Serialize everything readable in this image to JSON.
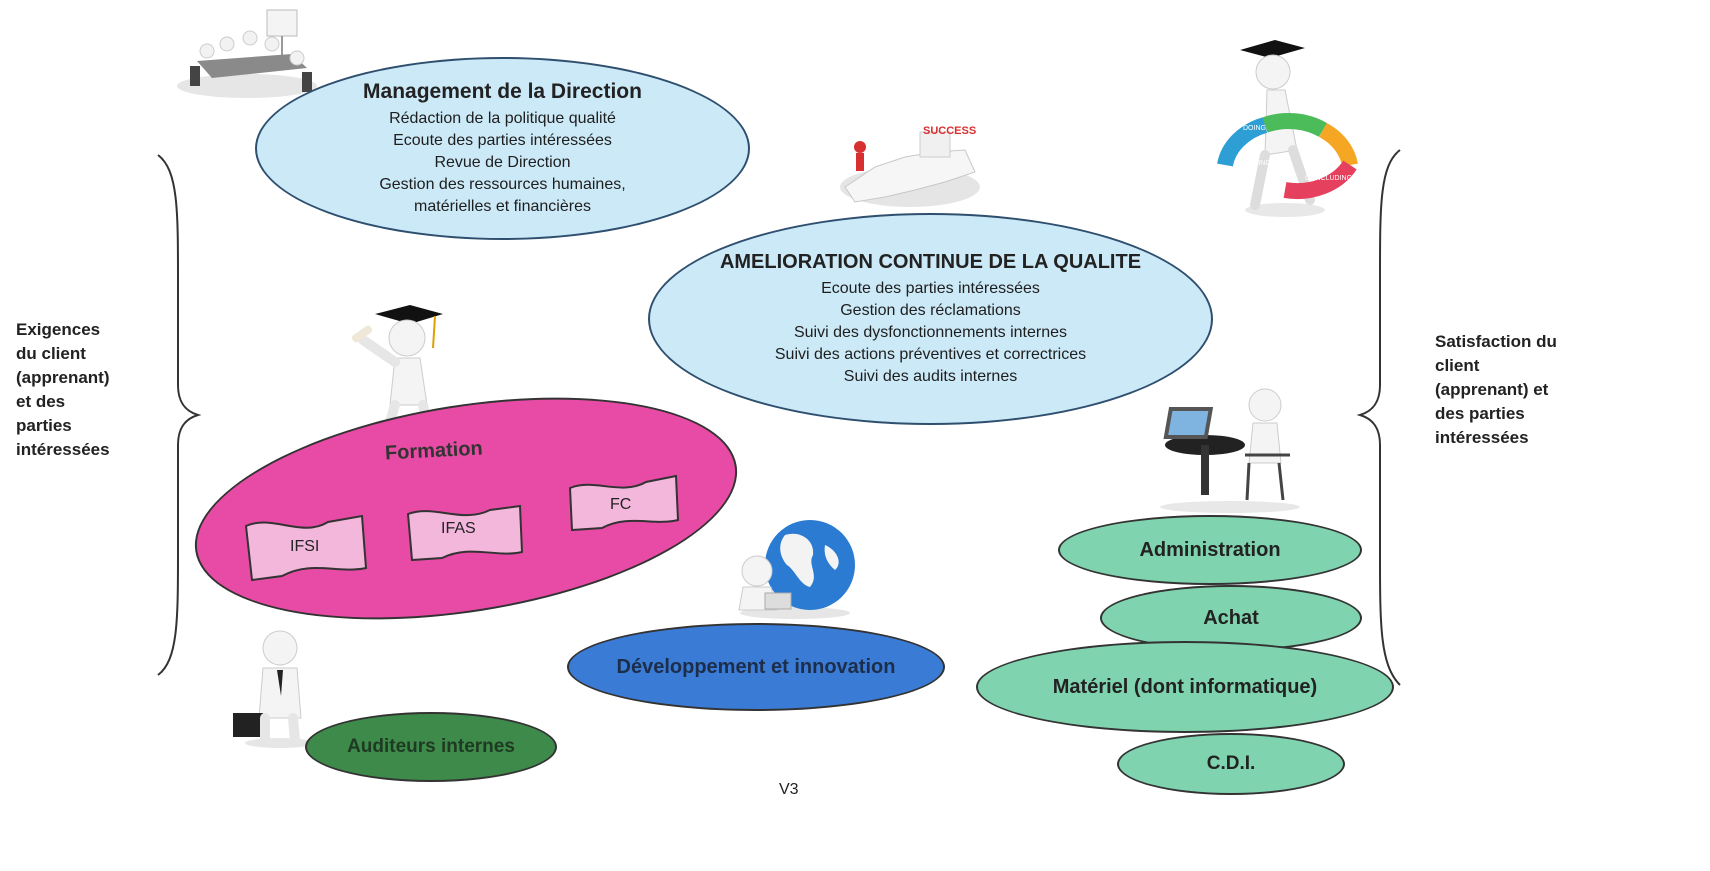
{
  "left_label": [
    "Exigences",
    "du client",
    "(apprenant)",
    "et des",
    "parties",
    "intéressées"
  ],
  "right_label": [
    "Satisfaction du",
    "client",
    "(apprenant) et",
    "des parties",
    "intéressées"
  ],
  "management": {
    "title": "Management de la Direction",
    "lines": [
      "Rédaction de la politique qualité",
      "Ecoute des parties intéressées",
      "Revue de Direction",
      "Gestion des ressources humaines,",
      "matérielles et financières"
    ]
  },
  "amelioration": {
    "title": "AMELIORATION CONTINUE DE LA QUALITE",
    "lines": [
      "Ecoute des parties intéressées",
      "Gestion des réclamations",
      "Suivi des dysfonctionnements internes",
      "Suivi des actions préventives et correctrices",
      "Suivi des audits internes"
    ]
  },
  "formation": {
    "title": "Formation",
    "flags": [
      "IFSI",
      "IFAS",
      "FC"
    ]
  },
  "developpement": "Développement et innovation",
  "auditeurs": "Auditeurs internes",
  "support": [
    "Administration",
    "Achat",
    "Matériel (dont informatique)",
    "C.D.I."
  ],
  "illustration_text": {
    "success": "SUCCESS",
    "doing": "DOING",
    "planning": "PLANNING",
    "concluding": "CONCLUDING"
  },
  "version": "V3",
  "colors": {
    "light_blue": "#cce9f7",
    "pink": "#e84ba5",
    "pink_flag": "#f4b7dc",
    "blue": "#3a7bd5",
    "green_light": "#7fd3ae",
    "green_dark": "#3d8a4a"
  }
}
